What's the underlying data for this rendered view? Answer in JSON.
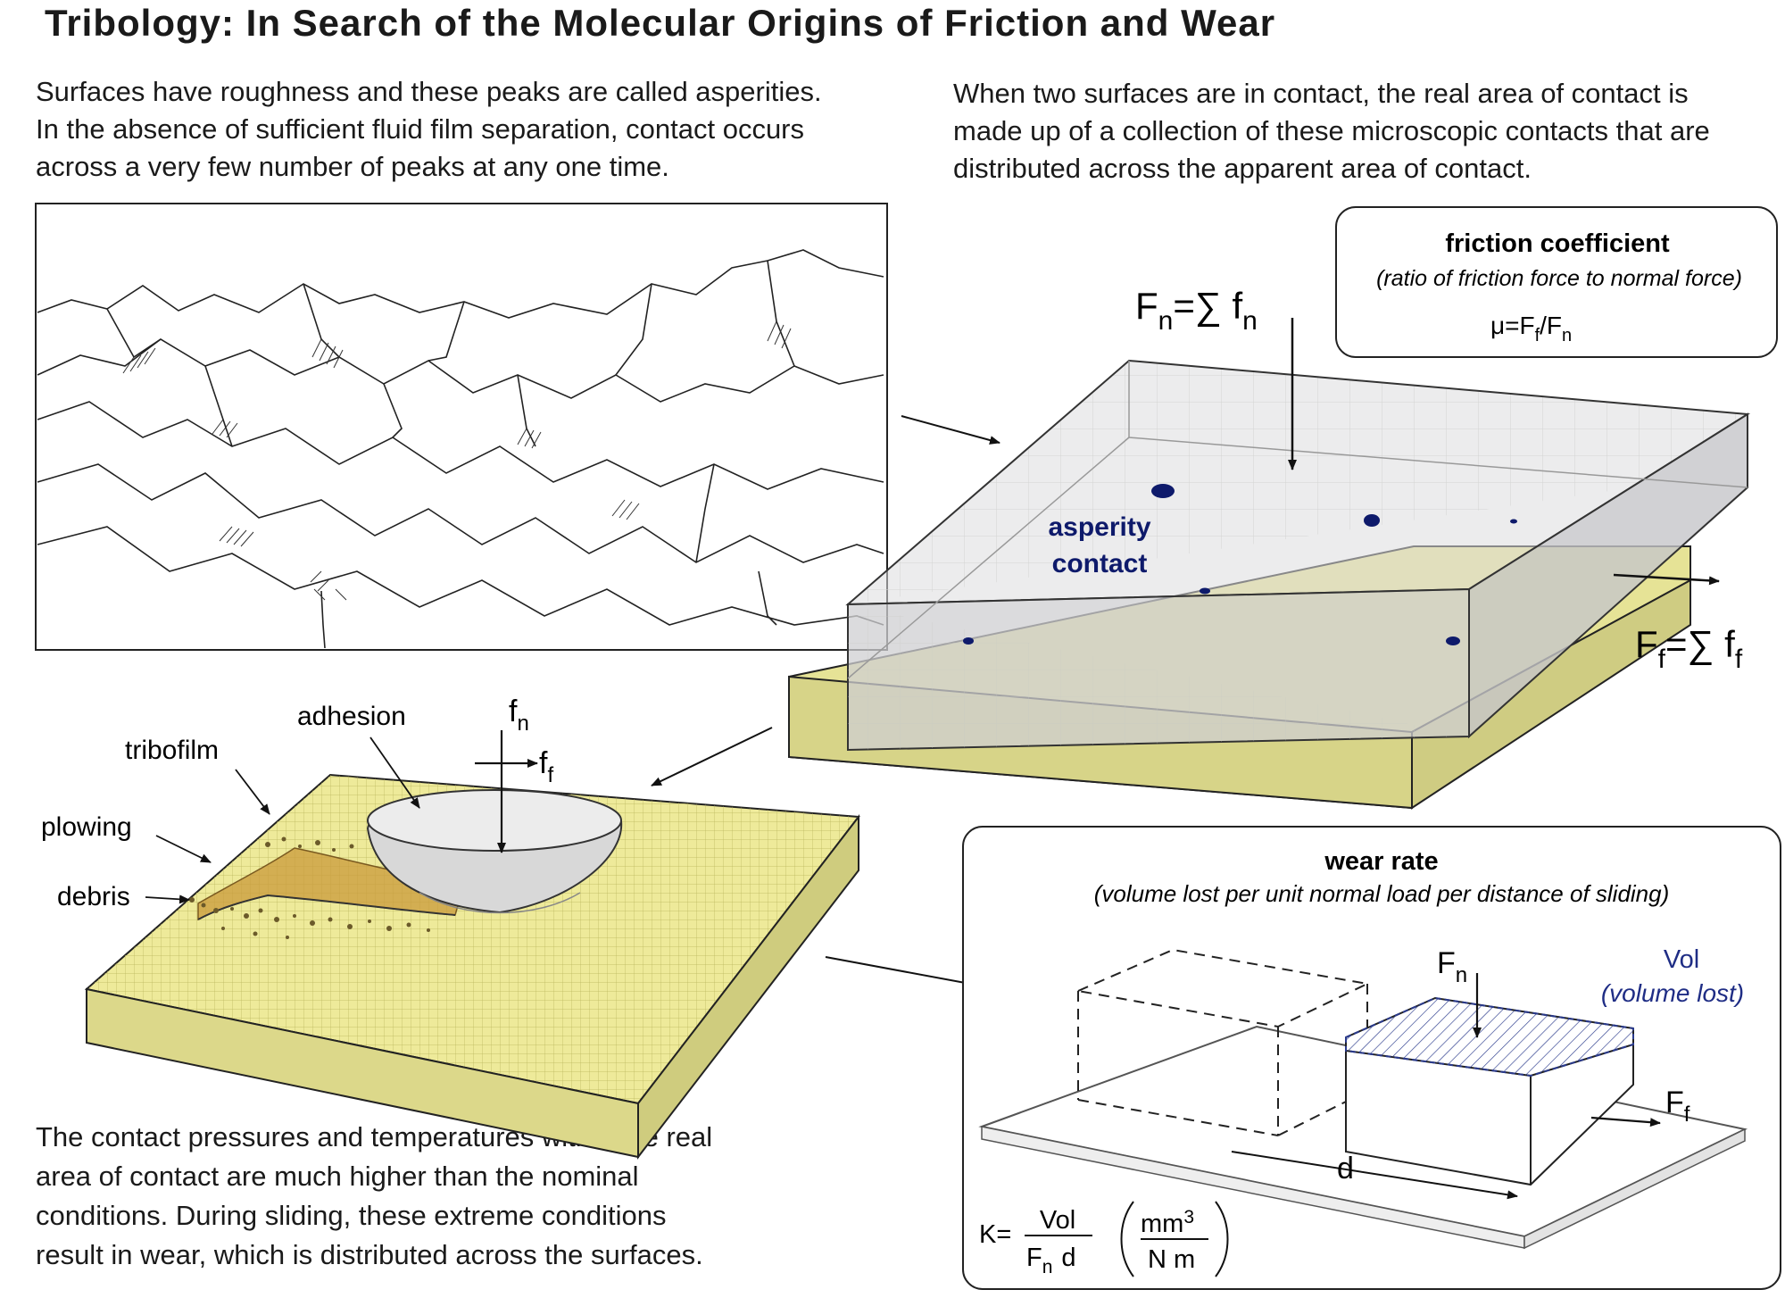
{
  "title": "Tribology: In Search of the Molecular Origins of Friction and Wear",
  "intro_left": [
    "Surfaces have roughness and these peaks are called asperities.",
    "In the absence of sufficient fluid film separation, contact occurs",
    "across a very few number of peaks at any one time."
  ],
  "intro_right": [
    "When two surfaces are in contact, the real area  of contact is",
    "made up of a collection of these microscopic contacts that are",
    "distributed across  the apparent area of contact."
  ],
  "bottom_left": [
    "The contact pressures and temperatures within the real",
    "area of contact are much higher than the nominal",
    "conditions.  During sliding, these extreme conditions",
    "result in wear, which is distributed across the surfaces."
  ],
  "friction_box": {
    "title": "friction coefficient",
    "subtitle": "(ratio of friction force to normal force)",
    "formula_mu": "μ=F",
    "formula_f": "f",
    "formula_slash": "/F",
    "formula_n": "n"
  },
  "block_labels": {
    "Fn_main": "F",
    "Fn_sub": "n",
    "Fn_eq": "=∑ f",
    "Fn_eq_sub": "n",
    "Ff_main": "F",
    "Ff_sub": "f",
    "Ff_eq": "=∑ f",
    "Ff_eq_sub": "f",
    "asperity_line1": "asperity",
    "asperity_line2": "contact"
  },
  "contact_labels": {
    "adhesion": "adhesion",
    "tribofilm": "tribofilm",
    "plowing": "plowing",
    "debris": "debris",
    "fn": "f",
    "fn_sub": "n",
    "ff": "f",
    "ff_sub": "f"
  },
  "wear_box": {
    "title": "wear rate",
    "subtitle": "(volume lost per unit normal load per distance of sliding)",
    "Fn": "F",
    "Fn_sub": "n",
    "Ff": "F",
    "Ff_sub": "f",
    "vol": "Vol",
    "vol_note": "(volume lost)",
    "d": "d",
    "k_label": "K=",
    "k_num": "Vol",
    "k_den": "F",
    "k_den_sub": "n",
    "k_den_d": "d",
    "unit_num": "mm",
    "unit_num_sup": "3",
    "unit_den": "N m"
  },
  "colors": {
    "yellow_top": "#eeea9a",
    "yellow_side": "#dcd88a",
    "grey_block": "#d6d6d8",
    "contact_blue": "#0e1a6b",
    "tribofilm": "#c99a3a"
  }
}
